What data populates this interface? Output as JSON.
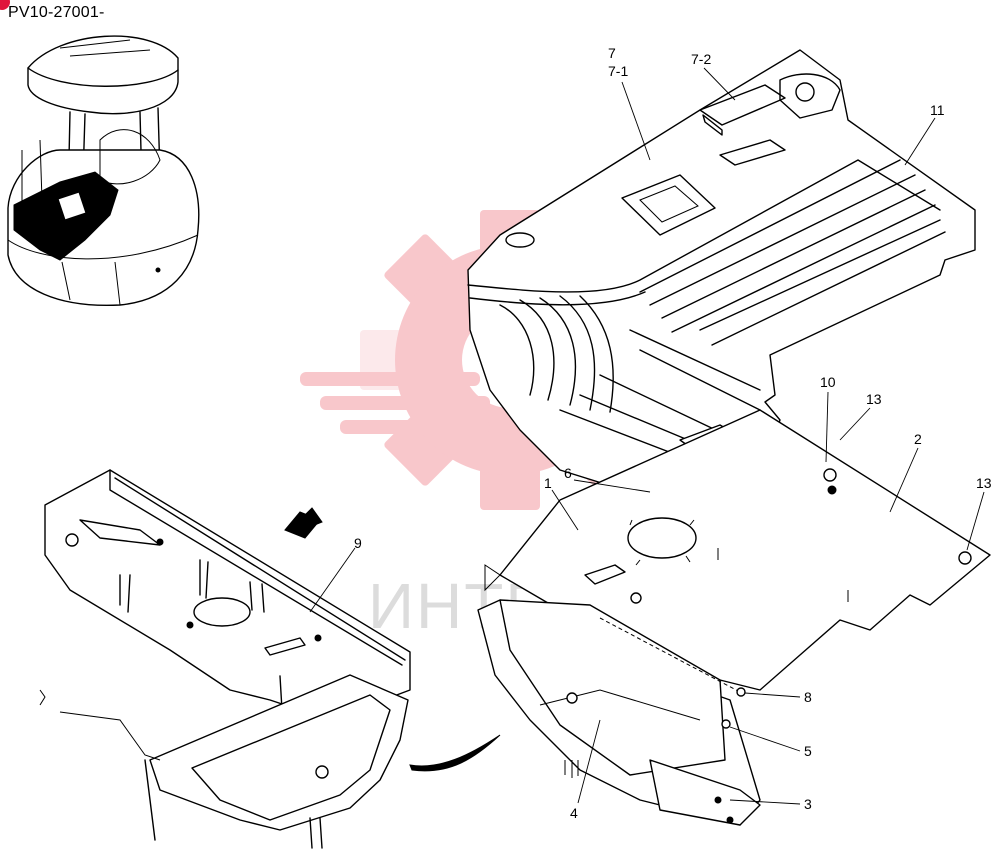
{
  "model_code": "PV10-27001-",
  "watermark": {
    "text": "ИНТЕХ",
    "color": "#f3a0a6"
  },
  "callouts": {
    "c7": "7",
    "c7_1": "7-1",
    "c7_2": "7-2",
    "c11": "11",
    "c10": "10",
    "c13a": "13",
    "c2": "2",
    "c13b": "13",
    "c6": "6",
    "c1": "1",
    "c9": "9",
    "c8": "8",
    "c5": "5",
    "c3": "3",
    "c4": "4"
  }
}
